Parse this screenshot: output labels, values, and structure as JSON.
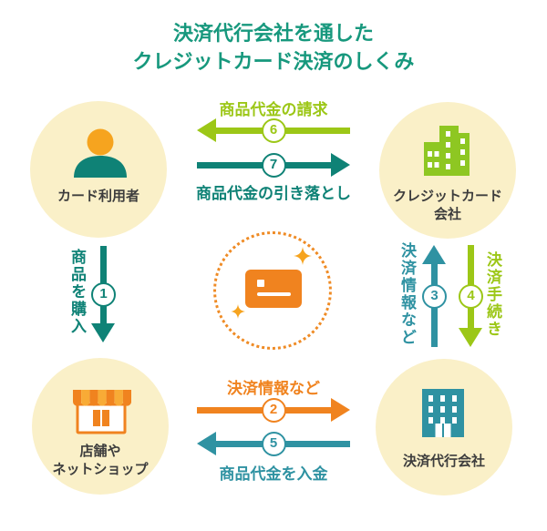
{
  "title": {
    "line1": "決済代行会社を通した",
    "line2": "クレジットカード決済のしくみ"
  },
  "nodes": {
    "card_user": {
      "label": "カード利用者",
      "icon": "person-icon"
    },
    "credit_card_company": {
      "label_line1": "クレジットカード",
      "label_line2": "会社",
      "icon": "office-building-icon"
    },
    "shop": {
      "label_line1": "店舗や",
      "label_line2": "ネットショップ",
      "icon": "storefront-icon"
    },
    "payment_agency": {
      "label": "決済代行会社",
      "icon": "company-building-icon"
    }
  },
  "flows": {
    "purchase": {
      "number": "1",
      "label": "商品を購入",
      "direction": "down",
      "color": "#0f8276"
    },
    "payment_info_to_agency": {
      "number": "2",
      "label": "決済情報など",
      "direction": "right",
      "color": "#f0831f"
    },
    "payment_info_to_card_co": {
      "number": "3",
      "label": "決済情報など",
      "direction": "up",
      "color": "#2f92a2"
    },
    "payment_procedure": {
      "number": "4",
      "label": "決済手続き",
      "direction": "down",
      "color": "#9cc717"
    },
    "deposit_payment": {
      "number": "5",
      "label": "商品代金を入金",
      "direction": "left",
      "color": "#2f92a2"
    },
    "billing_payment": {
      "number": "6",
      "label": "商品代金の請求",
      "direction": "left",
      "color": "#9cc717"
    },
    "withdrawal_payment": {
      "number": "7",
      "label": "商品代金の引き落とし",
      "direction": "right",
      "color": "#0f8276"
    }
  },
  "center": {
    "icon": "credit-card-icon",
    "decoration": "sparkle-icon"
  },
  "colors": {
    "title": "#17987d",
    "teal_dark": "#0f8276",
    "teal_blue": "#2f92a2",
    "yellow_green": "#9cc717",
    "building_green": "#8ec722",
    "orange": "#f0831f",
    "orange_light": "#f8ab36",
    "person_head_orange": "#f6a41f",
    "node_background": "#faf0c8",
    "label_text": "#3d3d3d",
    "background": "#ffffff"
  }
}
